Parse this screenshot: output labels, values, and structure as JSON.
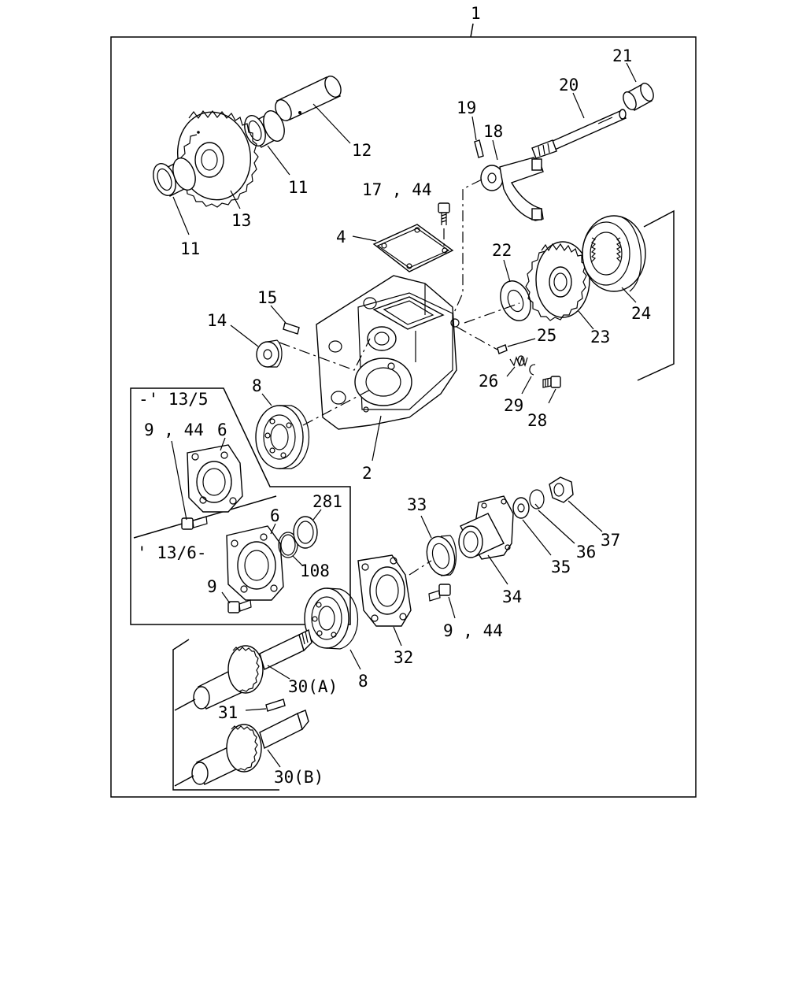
{
  "diagram": {
    "assembly_number": "1",
    "callouts": {
      "c2": "2",
      "c4": "4",
      "c6a": "6",
      "c6b": "6",
      "c8a": "8",
      "c8b": "8",
      "c9": "9",
      "c9_44a": "9 , 44",
      "c9_44b": "9 , 44",
      "c11a": "11",
      "c11b": "11",
      "c12": "12",
      "c13": "13",
      "c14": "14",
      "c15": "15",
      "c17_44": "17 , 44",
      "c18": "18",
      "c19": "19",
      "c20": "20",
      "c21": "21",
      "c22": "22",
      "c23": "23",
      "c24": "24",
      "c25": "25",
      "c26": "26",
      "c28": "28",
      "c29": "29",
      "c30a": "30(A)",
      "c30b": "30(B)",
      "c31": "31",
      "c32": "32",
      "c33": "33",
      "c34": "34",
      "c35": "35",
      "c36": "36",
      "c37": "37",
      "c108": "108",
      "c281": "281"
    },
    "variants": {
      "before": "-' 13/5",
      "after": "' 13/6-"
    }
  }
}
